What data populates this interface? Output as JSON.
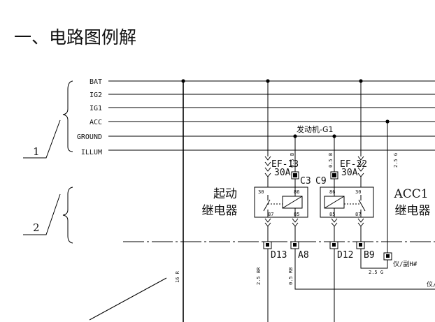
{
  "title": "一、电路图例解",
  "bus_labels": [
    "BAT",
    "IG2",
    "IG1",
    "ACC",
    "GROUND",
    "ILLUM"
  ],
  "callouts": [
    "1",
    "2"
  ],
  "engine_ground_label": "发动机-G1",
  "relays": [
    {
      "name_line1": "起动",
      "name_line2": "继电器",
      "fuse": "EF-13",
      "amps": "30A",
      "connector": "C3"
    },
    {
      "name_line1": "ACC1",
      "name_line2": "继电器",
      "fuse": "EF-22",
      "amps": "30A",
      "connector": "C9"
    }
  ],
  "pin_labels": {
    "p30": "30",
    "p86": "86",
    "p87": "87",
    "p85": "85"
  },
  "wire_labels": {
    "w1": "0.5 B",
    "w2": "0.5 B",
    "w3": "2.5 G",
    "w4": "16 R",
    "w5": "2.5 BR",
    "w6": "0.5 RB",
    "w7": "2.5 G"
  },
  "connectors": [
    "D13",
    "A8",
    "D12",
    "B9"
  ],
  "connector_suffix": "仪/副H#",
  "right_edge_text": "仪/"
}
